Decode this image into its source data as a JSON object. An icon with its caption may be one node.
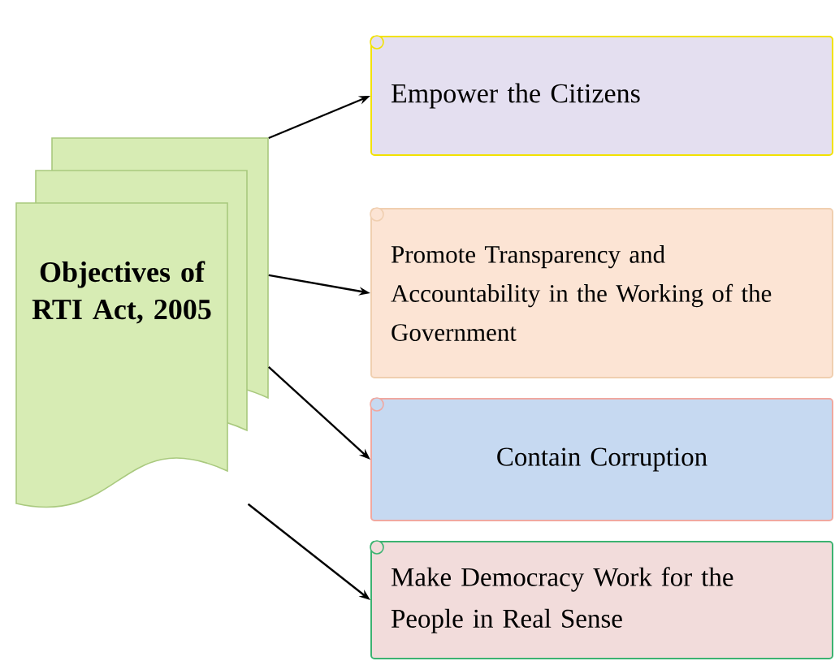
{
  "diagram": {
    "nodes": [
      {
        "text": [
          "Objectives of RTI Act, 2005"
        ]
      },
      {
        "text": [
          "Empower the Citizens"
        ]
      },
      {
        "text": [
          "Promote Transparency and Accountability in the Working of the Government"
        ]
      },
      {
        "text": [
          "Contain Corruption"
        ]
      },
      {
        "text": [
          "Make Democracy Work for the People in Real Sense"
        ]
      }
    ],
    "edges": [
      {
        "from": 0,
        "to": 1,
        "arrow": "to"
      },
      {
        "from": 0,
        "to": 2,
        "arrow": "to"
      },
      {
        "from": 0,
        "to": 3,
        "arrow": "to"
      },
      {
        "from": 0,
        "to": 4,
        "arrow": "to"
      }
    ]
  }
}
